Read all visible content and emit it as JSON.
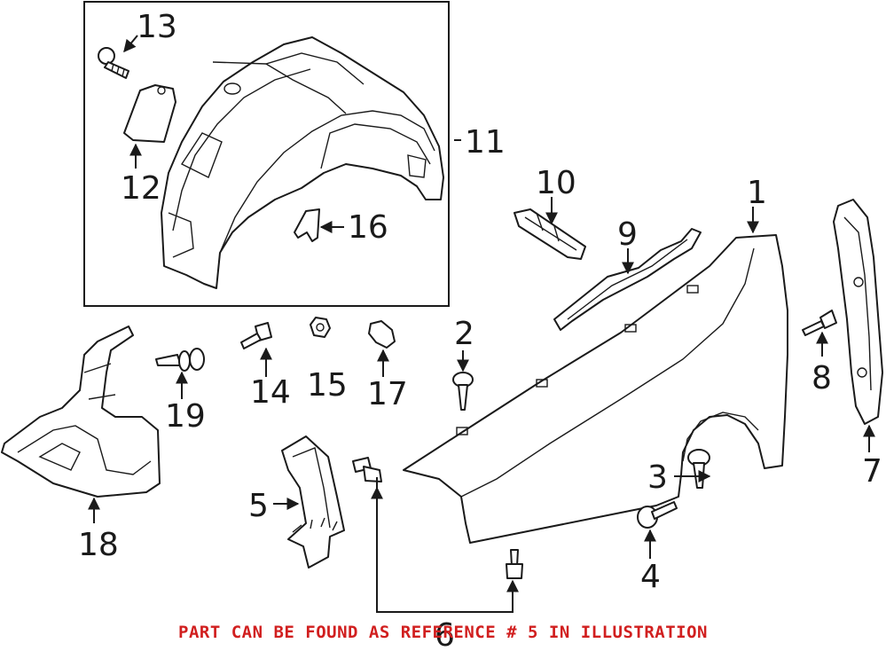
{
  "callouts": {
    "c1": "1",
    "c2": "2",
    "c3": "3",
    "c4": "4",
    "c5": "5",
    "c6": "6",
    "c7": "7",
    "c8": "8",
    "c9": "9",
    "c10": "10",
    "c11": "11",
    "c12": "12",
    "c13": "13",
    "c14": "14",
    "c15": "15",
    "c16": "16",
    "c17": "17",
    "c18": "18",
    "c19": "19"
  },
  "note": {
    "text": "PART CAN BE FOUND AS REFERENCE # 5 IN ILLUSTRATION",
    "color": "#d11f1f"
  },
  "colors": {
    "line": "#1a1a1a",
    "background": "#ffffff"
  }
}
